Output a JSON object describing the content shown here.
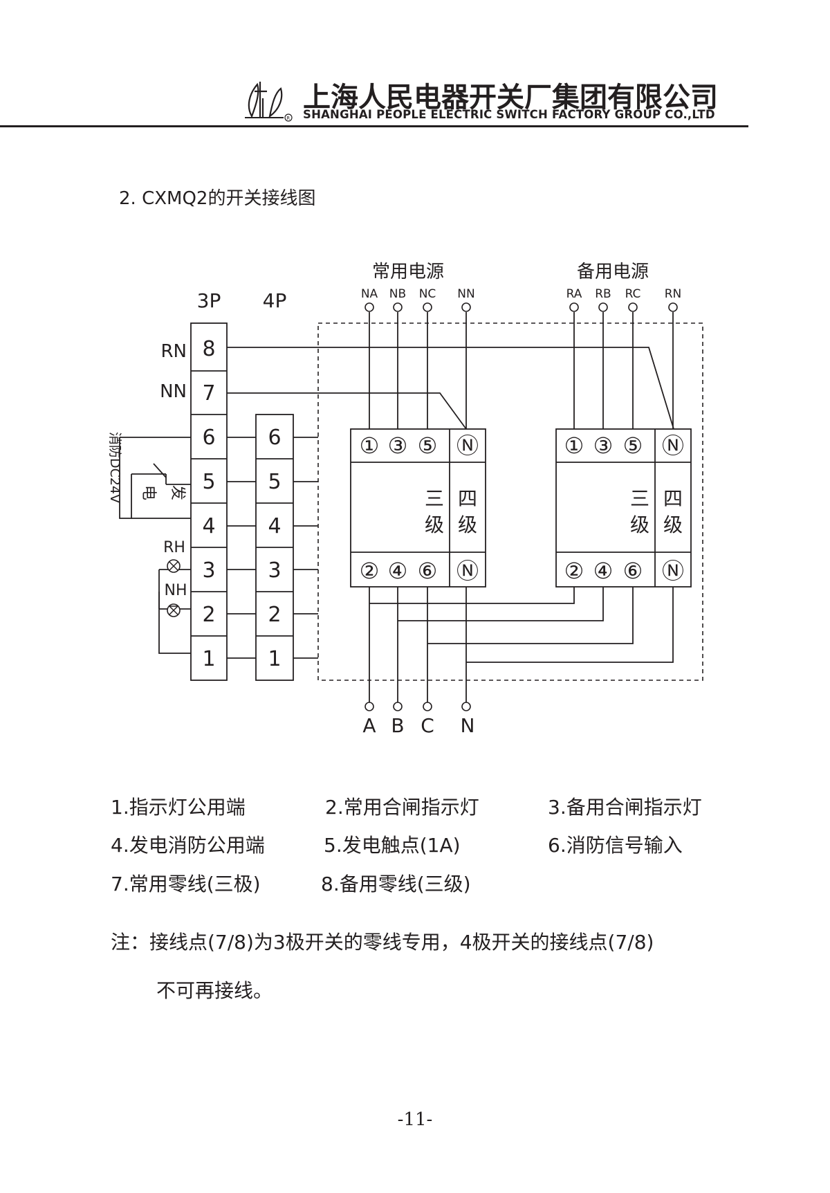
{
  "header": {
    "company_cn": "上海人民电器开关厂集团有限公司",
    "company_en": "SHANGHAI PEOPLE ELECTRIC SWITCH FACTORY GROUP CO.,LTD",
    "logo_icon": "people-electric-logo"
  },
  "section_title": "2. CXMQ2的开关接线图",
  "diagram": {
    "main_power_label": "常用电源",
    "backup_power_label": "备用电源",
    "main_terminals": [
      "NA",
      "NB",
      "NC",
      "NN"
    ],
    "backup_terminals": [
      "RA",
      "RB",
      "RC",
      "RN"
    ],
    "col_3p": "3P",
    "col_4p": "4P",
    "rn_label": "RN",
    "nn_label": "NN",
    "rh_label": "RH",
    "nh_label": "NH",
    "fire_label": "消防DC24V",
    "gen_label_1": "发",
    "gen_label_2": "电",
    "terminals_3p": [
      "8",
      "7",
      "6",
      "5",
      "4",
      "3",
      "2",
      "1"
    ],
    "terminals_4p": [
      "6",
      "5",
      "4",
      "3",
      "2",
      "1"
    ],
    "breaker_top": [
      "①",
      "③",
      "⑤",
      "Ⓝ"
    ],
    "breaker_bottom": [
      "②",
      "④",
      "⑥",
      "Ⓝ"
    ],
    "three_pole": [
      "三",
      "级"
    ],
    "four_pole": [
      "四",
      "级"
    ],
    "outputs": [
      "A",
      "B",
      "C",
      "N"
    ]
  },
  "legend": [
    "1.指示灯公用端",
    "2.常用合闸指示灯",
    "3.备用合闸指示灯",
    "4.发电消防公用端",
    "5.发电触点(1A)",
    "6.消防信号输入",
    "7.常用零线(三极)",
    "8.备用零线(三级)"
  ],
  "note_line1": "注：接线点(7/8)为3极开关的零线专用，4极开关的接线点(7/8)",
  "note_line2": "不可再接线。",
  "page_number": "-11-"
}
